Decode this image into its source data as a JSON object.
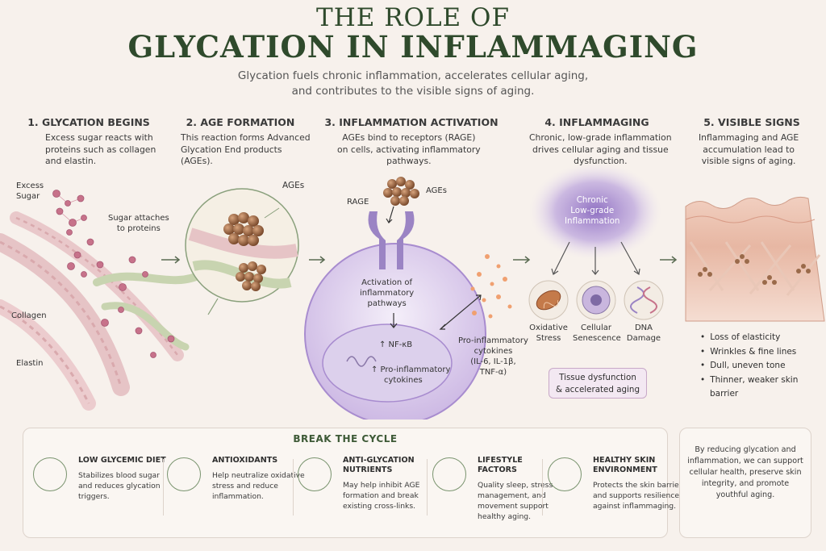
{
  "title_line1": "THE ROLE OF",
  "title_line2": "GLYCATION IN INFLAMMAGING",
  "subtitle_line1": "Glycation fuels chronic inflammation, accelerates cellular aging,",
  "subtitle_line2": "and contributes to the visible signs of aging.",
  "steps": [
    {
      "heading": "1. GLYCATION BEGINS",
      "desc": [
        "Excess sugar reacts with",
        "proteins such as collagen",
        "and elastin."
      ]
    },
    {
      "heading": "2. AGE FORMATION",
      "desc": [
        "This reaction forms Advanced",
        "Glycation End products",
        "(AGEs)."
      ]
    },
    {
      "heading": "3. INFLAMMATION ACTIVATION",
      "desc": [
        "AGEs bind to receptors (RAGE)",
        "on cells, activating inflammatory",
        "pathways."
      ]
    },
    {
      "heading": "4. INFLAMMAGING",
      "desc": [
        "Chronic, low-grade inflammation",
        "drives cellular aging and tissue",
        "dysfunction."
      ]
    },
    {
      "heading": "5. VISIBLE SIGNS",
      "desc": [
        "Inflammaging and AGE",
        "accumulation lead to",
        "visible signs of aging."
      ]
    }
  ],
  "labels": {
    "excess_sugar": [
      "Excess",
      "Sugar"
    ],
    "sugar_attaches": [
      "Sugar attaches",
      "to proteins"
    ],
    "collagen": "Collagen",
    "elastin": "Elastin",
    "ages_zoom": "AGEs",
    "ages_bind": "AGEs",
    "rage": "RAGE",
    "activation": [
      "Activation of",
      "inflammatory",
      "pathways"
    ],
    "nfkb": "↑ NF-κB",
    "cytokines_inner": [
      "↑ Pro-inflammatory",
      "cytokines"
    ],
    "cytokines_outer": [
      "Pro-inflammatory",
      "cytokines",
      "(IL-6, IL-1β,",
      "TNF-α)"
    ],
    "chronic": [
      "Chronic",
      "Low-grade",
      "Inflammation"
    ],
    "oxidative": [
      "Oxidative",
      "Stress"
    ],
    "senescence": [
      "Cellular",
      "Senescence"
    ],
    "dna": [
      "DNA",
      "Damage"
    ],
    "tissue_box": [
      "Tissue dysfunction",
      "& accelerated aging"
    ]
  },
  "visible_signs": [
    "Loss of elasticity",
    "Wrinkles & fine lines",
    "Dull, uneven tone",
    "Thinner, weaker skin",
    "barrier"
  ],
  "break_cycle": {
    "title": "BREAK THE CYCLE",
    "tips": [
      {
        "icon": "leaf-icon",
        "title": [
          "LOW GLYCEMIC DIET"
        ],
        "desc": [
          "Stabilizes blood sugar",
          "and reduces glycation",
          "triggers."
        ]
      },
      {
        "icon": "sprout-icon",
        "title": [
          "ANTIOXIDANTS"
        ],
        "desc": [
          "Help neutralize oxidative",
          "stress and reduce",
          "inflammation."
        ]
      },
      {
        "icon": "shield-check-icon",
        "title": [
          "ANTI-GLYCATION",
          "NUTRIENTS"
        ],
        "desc": [
          "May help inhibit AGE",
          "formation and break",
          "existing cross-links."
        ]
      },
      {
        "icon": "lotus-icon",
        "title": [
          "LIFESTYLE",
          "FACTORS"
        ],
        "desc": [
          "Quality sleep, stress",
          "management, and",
          "movement support",
          "healthy aging."
        ]
      },
      {
        "icon": "cells-icon",
        "title": [
          "HEALTHY SKIN",
          "ENVIRONMENT"
        ],
        "desc": [
          "Protects the skin barrier",
          "and supports resilience",
          "against inflammaging."
        ]
      }
    ]
  },
  "conclusion": [
    "By reducing glycation and",
    "inflammation, we can support",
    "cellular health, preserve skin",
    "integrity, and promote",
    "youthful aging."
  ],
  "colors": {
    "title": "#2f4a2c",
    "accent_green": "#7a946f",
    "purple": "#9b84c4",
    "sugar_pink": "#c7728a",
    "age_brown": "#8a5a3a"
  }
}
